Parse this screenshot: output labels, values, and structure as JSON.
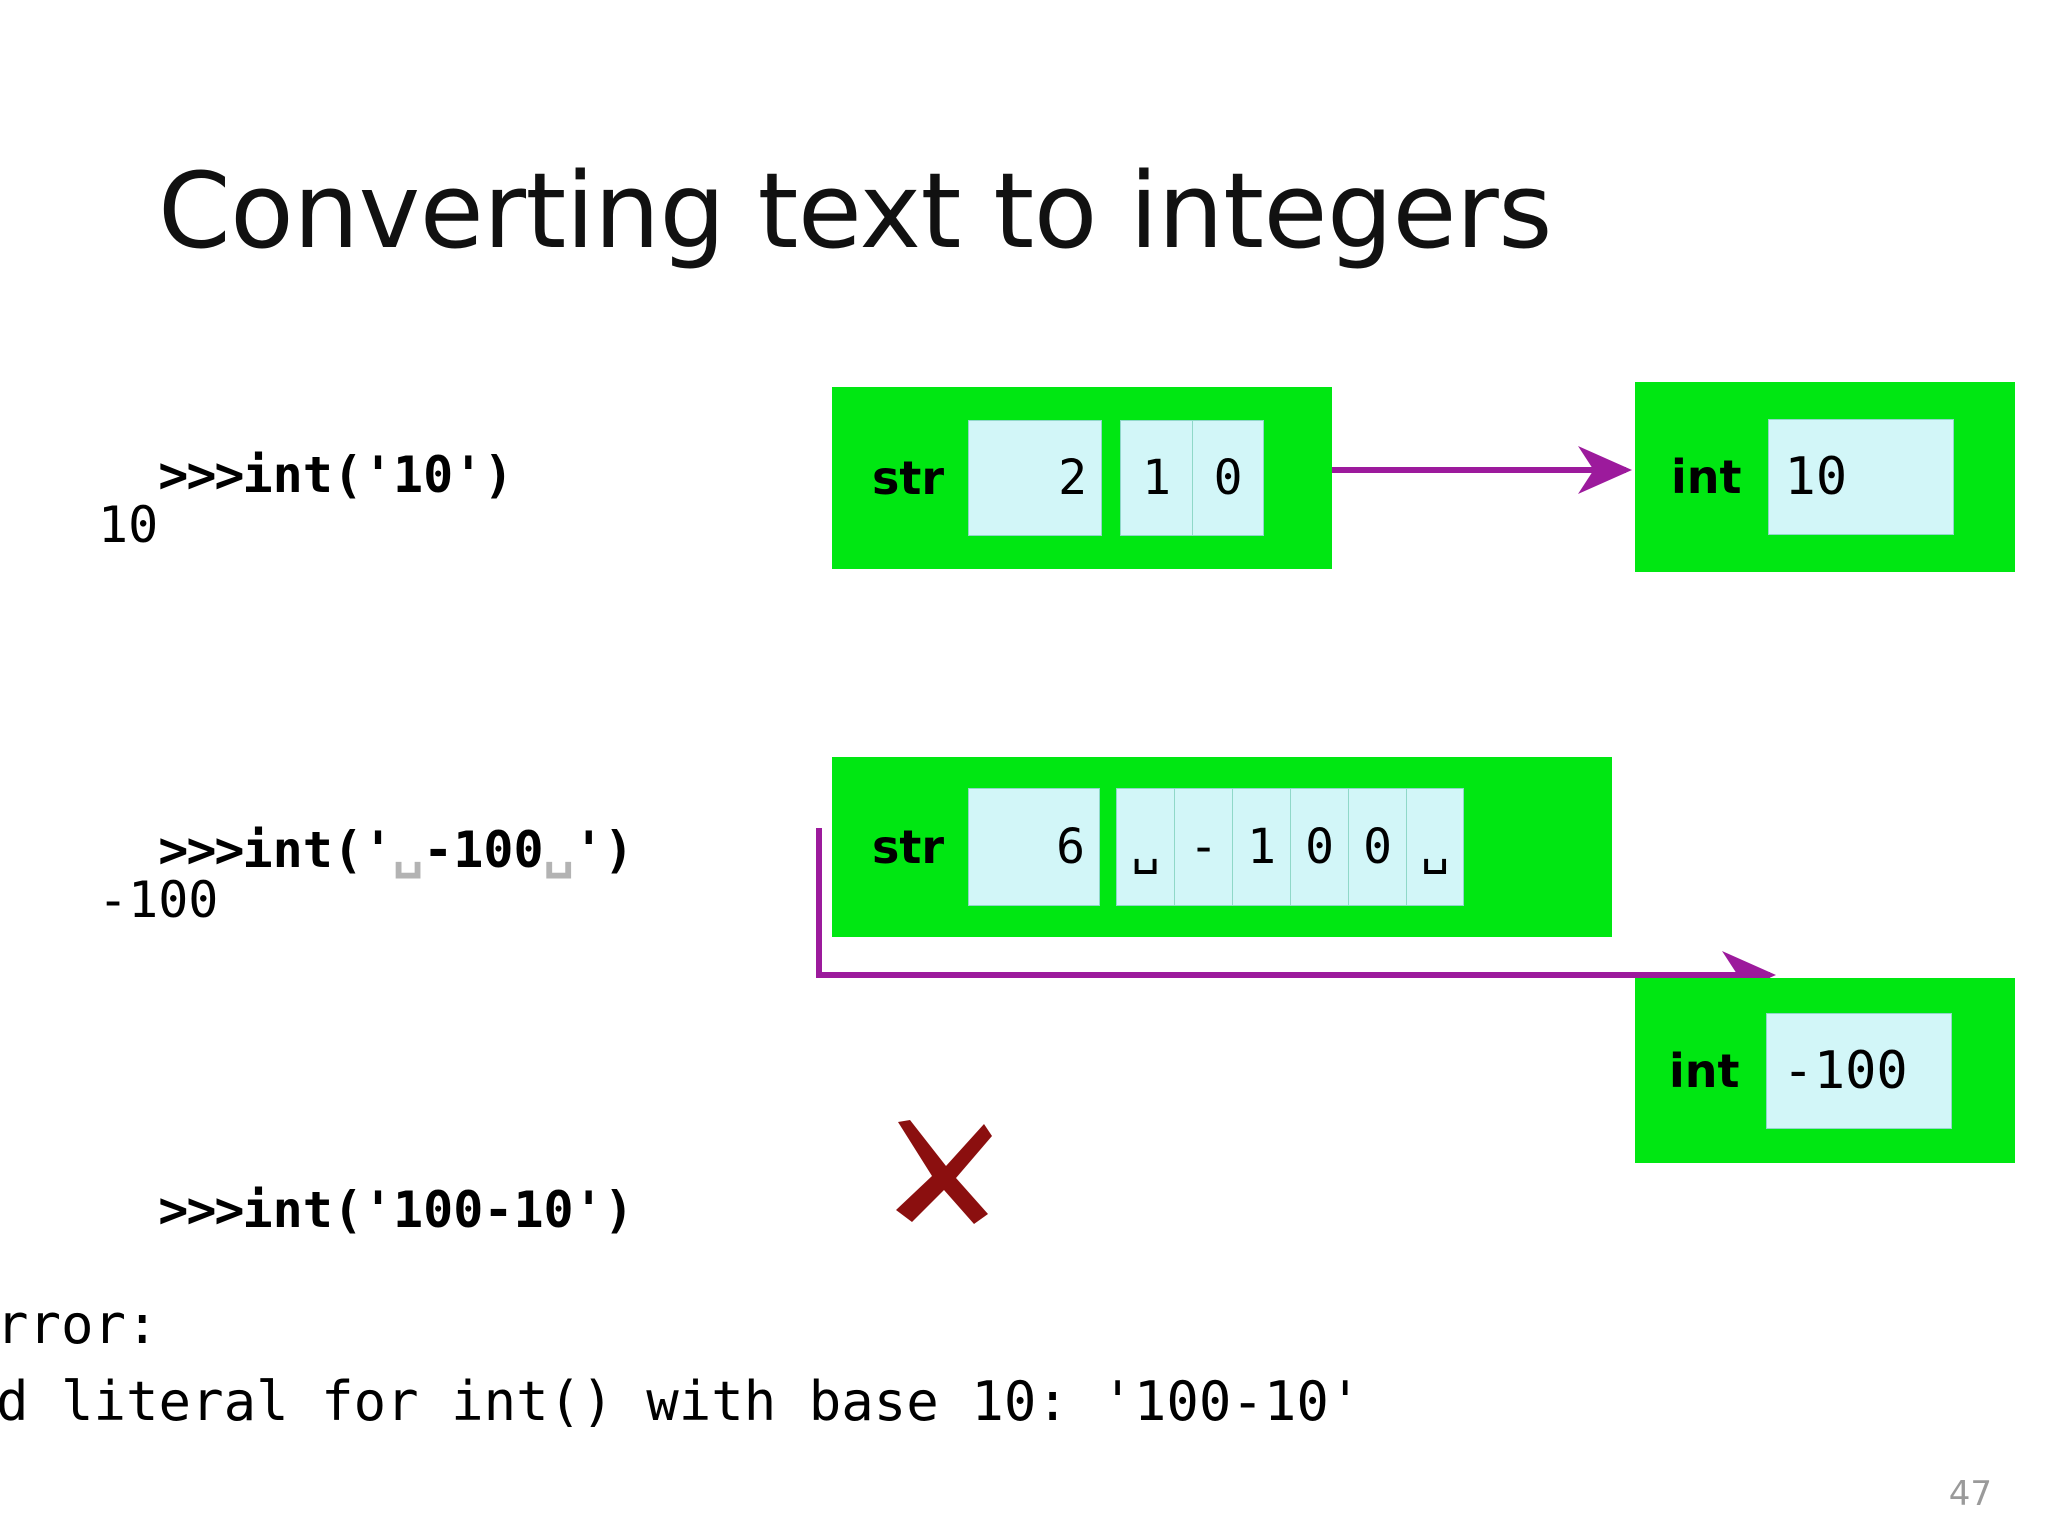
{
  "slide": {
    "title": "Converting text to integers",
    "page_number": "47"
  },
  "colors": {
    "object_box_green": "#00e712",
    "cell_cyan": "#d2f6f8",
    "arrow_purple": "#9c1a9c",
    "cross_dark_red": "#8b0f0f",
    "page_number_gray": "#9a9a9a",
    "space_symbol_gray": "#b3b3b3"
  },
  "console": {
    "examples": [
      {
        "prompt": ">>>",
        "statement": "int('10')",
        "output": "10"
      },
      {
        "prompt": ">>>",
        "statement_parts": [
          "int('",
          "␣",
          "-100",
          "␣",
          "')"
        ],
        "statement": "int('␣-100␣')",
        "output": "-100"
      },
      {
        "prompt": ">>>",
        "statement": "int('100-10')",
        "output": null
      }
    ],
    "error": {
      "line1": "rror:",
      "line2": "d literal for int() with base 10: '100-10'"
    }
  },
  "diagram": {
    "str_object_1": {
      "type_label": "str",
      "length": "2",
      "characters": [
        "1",
        "0"
      ]
    },
    "int_object_1": {
      "type_label": "int",
      "value": "10"
    },
    "str_object_2": {
      "type_label": "str",
      "length": "6",
      "characters": [
        "␣",
        "-",
        "1",
        "0",
        "0",
        "␣"
      ]
    },
    "int_object_2": {
      "type_label": "int",
      "value": "-100"
    },
    "cross": {
      "icon": "cross-mark-icon"
    },
    "arrows": [
      {
        "name": "conversion-arrow-1",
        "from": "str_object_1",
        "to": "int_object_1"
      },
      {
        "name": "conversion-arrow-2",
        "from": "str_object_2",
        "to": "int_object_2"
      }
    ]
  }
}
